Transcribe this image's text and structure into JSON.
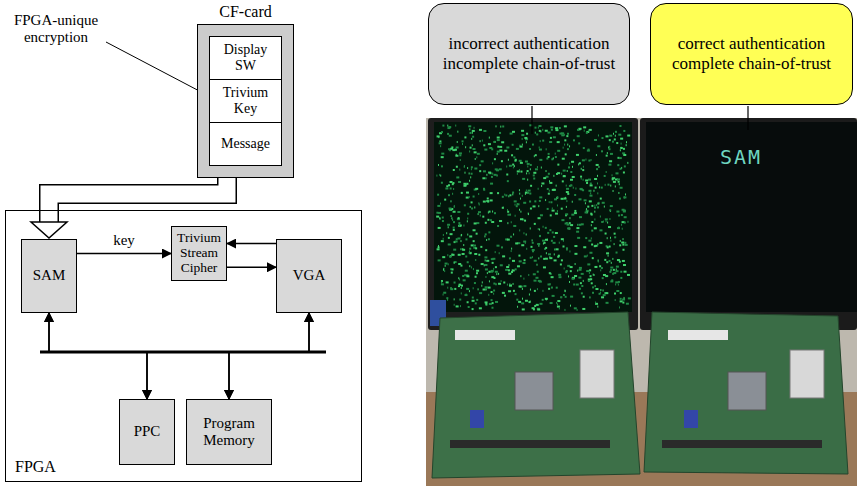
{
  "diagram": {
    "nodes": [
      {
        "text": [
          "CF-card"
        ]
      },
      {
        "text": [
          "Display SW"
        ],
        "in": 0
      },
      {
        "text": [
          "Trivium Key"
        ],
        "in": 0
      },
      {
        "text": [
          "Message"
        ],
        "in": 0
      },
      {
        "text": [
          "FPGA"
        ]
      },
      {
        "text": [
          "SAM"
        ],
        "in": 4
      },
      {
        "text": [
          "Trivium Stream Cipher"
        ],
        "in": 4
      },
      {
        "text": [
          "VGA"
        ],
        "in": 4
      },
      {
        "text": [
          "PPC"
        ],
        "in": 4
      },
      {
        "text": [
          "Program Memory"
        ],
        "in": 4
      },
      {
        "text": [
          "incorrect authentication incomplete chain-of-trust"
        ]
      },
      {
        "text": [
          "correct authentication complete chain-of-trust"
        ]
      }
    ],
    "edges": [
      {
        "from": 0,
        "to": 5,
        "arrow": "to"
      },
      {
        "from": 5,
        "to": 6,
        "label": "key",
        "arrow": "to"
      },
      {
        "from": 7,
        "to": 6,
        "arrow": "to"
      },
      {
        "from": 6,
        "to": 7,
        "arrow": "to"
      },
      {
        "from": 5,
        "to": 8,
        "arrow": "both"
      },
      {
        "from": 5,
        "to": 9,
        "arrow": "both"
      },
      {
        "from": 7,
        "to": 8,
        "arrow": "both"
      },
      {
        "from": 7,
        "to": 9,
        "arrow": "both"
      }
    ],
    "labels": [
      "FPGA-unique encryption",
      "SAM"
    ]
  }
}
